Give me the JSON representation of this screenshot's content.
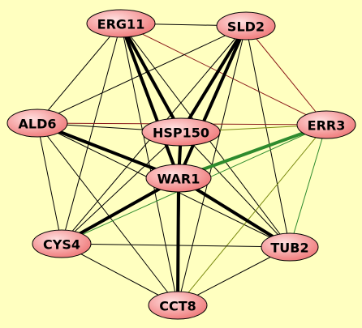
{
  "colors": {
    "background": "#ffffc0",
    "node_fill_light": "#ffe0e0",
    "node_fill_dark": "#ee7070",
    "node_stroke": "#000000",
    "edge_black": "#000000",
    "edge_darkred": "#8b1a1a",
    "edge_green": "#2e8b2e",
    "edge_olive": "#7a8a10"
  },
  "nodes": [
    {
      "id": "ERG11",
      "label": "ERG11"
    },
    {
      "id": "SLD2",
      "label": "SLD2"
    },
    {
      "id": "ALD6",
      "label": "ALD6"
    },
    {
      "id": "HSP150",
      "label": "HSP150"
    },
    {
      "id": "ERR3",
      "label": "ERR3"
    },
    {
      "id": "WAR1",
      "label": "WAR1"
    },
    {
      "id": "CYS4",
      "label": "CYS4"
    },
    {
      "id": "TUB2",
      "label": "TUB2"
    },
    {
      "id": "CCT8",
      "label": "CCT8"
    }
  ],
  "edges": [
    {
      "from": "ERG11",
      "to": "SLD2",
      "color": "black",
      "weight": "thin"
    },
    {
      "from": "ERG11",
      "to": "ALD6",
      "color": "black",
      "weight": "thin"
    },
    {
      "from": "ERG11",
      "to": "HSP150",
      "color": "black",
      "weight": "thick"
    },
    {
      "from": "ERG11",
      "to": "WAR1",
      "color": "black",
      "weight": "thick"
    },
    {
      "from": "ERG11",
      "to": "ERR3",
      "color": "darkred",
      "weight": "thin"
    },
    {
      "from": "ERG11",
      "to": "CYS4",
      "color": "black",
      "weight": "thin"
    },
    {
      "from": "ERG11",
      "to": "TUB2",
      "color": "black",
      "weight": "thin"
    },
    {
      "from": "ERG11",
      "to": "CCT8",
      "color": "black",
      "weight": "thin"
    },
    {
      "from": "SLD2",
      "to": "ALD6",
      "color": "black",
      "weight": "thin"
    },
    {
      "from": "SLD2",
      "to": "HSP150",
      "color": "black",
      "weight": "thick"
    },
    {
      "from": "SLD2",
      "to": "WAR1",
      "color": "black",
      "weight": "thick"
    },
    {
      "from": "SLD2",
      "to": "ERR3",
      "color": "darkred",
      "weight": "thin"
    },
    {
      "from": "SLD2",
      "to": "CYS4",
      "color": "black",
      "weight": "thin"
    },
    {
      "from": "SLD2",
      "to": "TUB2",
      "color": "black",
      "weight": "thin"
    },
    {
      "from": "SLD2",
      "to": "CCT8",
      "color": "black",
      "weight": "thin"
    },
    {
      "from": "ALD6",
      "to": "HSP150",
      "color": "black",
      "weight": "thin"
    },
    {
      "from": "ALD6",
      "to": "ERR3",
      "color": "darkred",
      "weight": "thin"
    },
    {
      "from": "ALD6",
      "to": "WAR1",
      "color": "black",
      "weight": "thick"
    },
    {
      "from": "ALD6",
      "to": "CYS4",
      "color": "black",
      "weight": "thin"
    },
    {
      "from": "ALD6",
      "to": "TUB2",
      "color": "black",
      "weight": "thin"
    },
    {
      "from": "ALD6",
      "to": "CCT8",
      "color": "black",
      "weight": "thin"
    },
    {
      "from": "HSP150",
      "to": "ERR3",
      "color": "olive",
      "weight": "thin"
    },
    {
      "from": "HSP150",
      "to": "WAR1",
      "color": "black",
      "weight": "thick"
    },
    {
      "from": "HSP150",
      "to": "CYS4",
      "color": "black",
      "weight": "thin"
    },
    {
      "from": "HSP150",
      "to": "TUB2",
      "color": "black",
      "weight": "thin"
    },
    {
      "from": "HSP150",
      "to": "CCT8",
      "color": "black",
      "weight": "thin"
    },
    {
      "from": "ERR3",
      "to": "WAR1",
      "color": "green",
      "weight": "thick"
    },
    {
      "from": "ERR3",
      "to": "CYS4",
      "color": "green",
      "weight": "thin"
    },
    {
      "from": "ERR3",
      "to": "TUB2",
      "color": "green",
      "weight": "thin"
    },
    {
      "from": "ERR3",
      "to": "CCT8",
      "color": "olive",
      "weight": "thin"
    },
    {
      "from": "WAR1",
      "to": "CYS4",
      "color": "black",
      "weight": "thick"
    },
    {
      "from": "WAR1",
      "to": "TUB2",
      "color": "black",
      "weight": "thick"
    },
    {
      "from": "WAR1",
      "to": "CCT8",
      "color": "black",
      "weight": "thick"
    },
    {
      "from": "CYS4",
      "to": "TUB2",
      "color": "black",
      "weight": "thin"
    },
    {
      "from": "CYS4",
      "to": "CCT8",
      "color": "black",
      "weight": "thin"
    },
    {
      "from": "TUB2",
      "to": "CCT8",
      "color": "black",
      "weight": "thin"
    }
  ]
}
